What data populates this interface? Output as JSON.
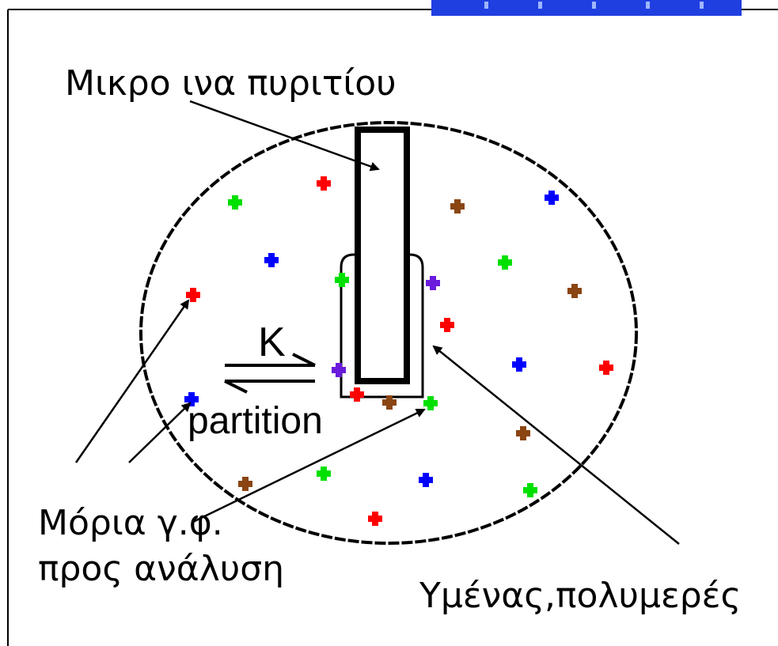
{
  "labels": {
    "fiber": "Μικρο ινα πυριτίου",
    "analytes_line1": "Μόρια γ.φ.",
    "analytes_line2": "προς ανάλυση",
    "membrane": "Υμένας,πολυμερές",
    "k": "K",
    "partition": "partition"
  },
  "colors": {
    "background": "#ffffff",
    "ink": "#000000",
    "header_blue": "#1f3fe0",
    "header_light": "#9fb6ff",
    "red": "#ff0000",
    "green": "#00e000",
    "blue": "#0000ff",
    "brown": "#8b4513",
    "purple": "#6a1bdc"
  },
  "particles": [
    {
      "color": "red"
    },
    {
      "color": "green"
    },
    {
      "color": "blue"
    },
    {
      "color": "blue"
    },
    {
      "color": "brown"
    },
    {
      "color": "green"
    },
    {
      "color": "brown"
    },
    {
      "color": "red"
    },
    {
      "color": "green"
    },
    {
      "color": "purple"
    },
    {
      "color": "red"
    },
    {
      "color": "blue"
    },
    {
      "color": "red"
    },
    {
      "color": "purple"
    },
    {
      "color": "blue"
    },
    {
      "color": "red"
    },
    {
      "color": "brown"
    },
    {
      "color": "green"
    },
    {
      "color": "brown"
    },
    {
      "color": "brown"
    },
    {
      "color": "green"
    },
    {
      "color": "blue"
    },
    {
      "color": "green"
    },
    {
      "color": "red"
    }
  ]
}
